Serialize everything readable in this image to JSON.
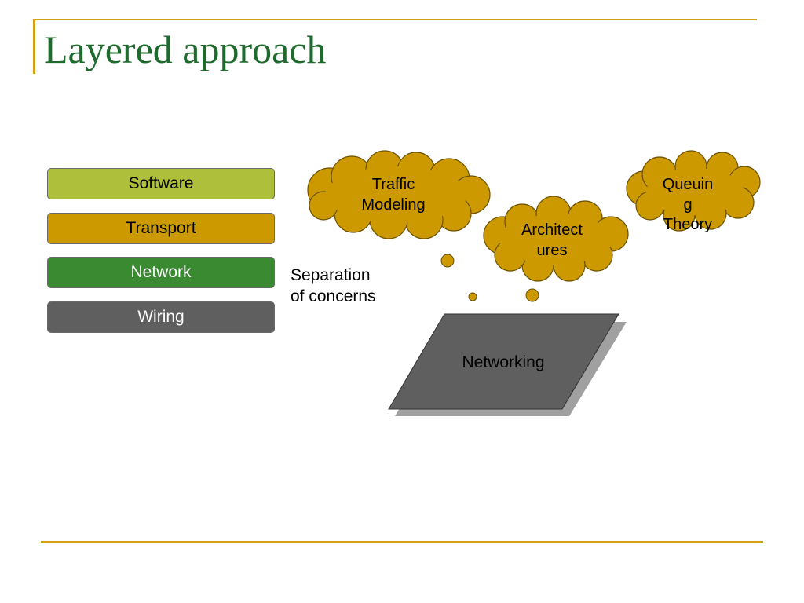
{
  "slide": {
    "title": "Layered approach",
    "accent_color": "#d4a017",
    "title_color": "#1f6b2e"
  },
  "layers": [
    {
      "label": "Software",
      "fill": "#adbf3b",
      "text_color": "#000000"
    },
    {
      "label": "Transport",
      "fill": "#cc9900",
      "text_color": "#000000"
    },
    {
      "label": "Network",
      "fill": "#3a8a32",
      "text_color": "#ffffff"
    },
    {
      "label": "Wiring",
      "fill": "#5f5f5f",
      "text_color": "#ffffff"
    }
  ],
  "caption": {
    "line1": "Separation",
    "line2": "of concerns"
  },
  "clouds": [
    {
      "id": "traffic-modeling",
      "lines": [
        "Traffic",
        "Modeling"
      ]
    },
    {
      "id": "architectures",
      "lines": [
        "Architect",
        "ures"
      ]
    },
    {
      "id": "queuing-theory",
      "lines": [
        "Queuin",
        "g",
        "Theory"
      ]
    }
  ],
  "cloud_fill": "#cc9900",
  "platform": {
    "label": "Networking",
    "fill": "#5f5f5f",
    "shadow": "#a0a0a0"
  }
}
